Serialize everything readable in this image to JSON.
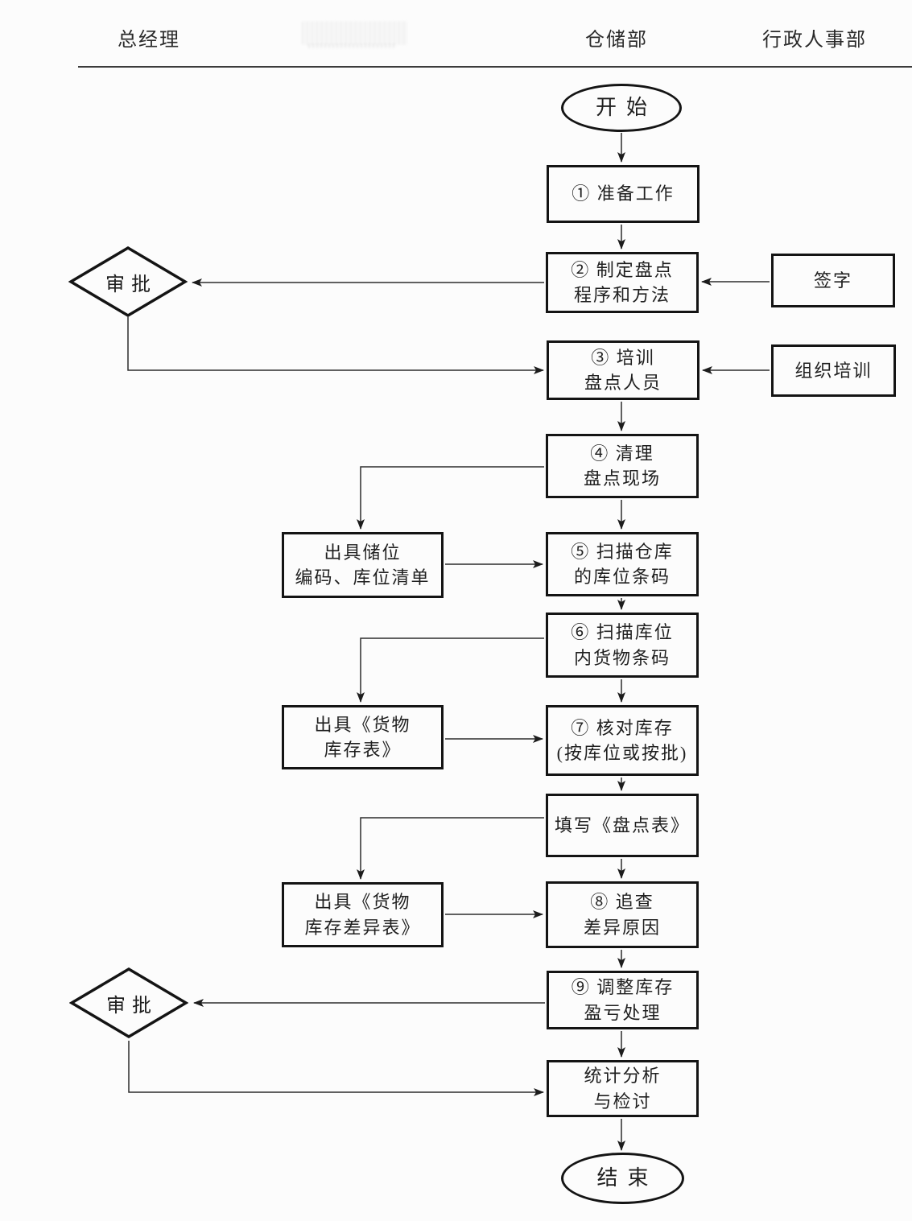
{
  "header": {
    "columns": [
      "总经理",
      "仓储部",
      "行政人事部"
    ]
  },
  "nodes": {
    "start": {
      "label": "开始"
    },
    "step1": {
      "lines": [
        "① 准备工作"
      ]
    },
    "step2": {
      "lines": [
        "② 制定盘点",
        "程序和方法"
      ]
    },
    "sign": {
      "lines": [
        "签字"
      ]
    },
    "approve1": {
      "label": "审批"
    },
    "step3": {
      "lines": [
        "③ 培训",
        "盘点人员"
      ]
    },
    "training": {
      "lines": [
        "组织培训"
      ]
    },
    "step4": {
      "lines": [
        "④ 清理",
        "盘点现场"
      ]
    },
    "storage_list": {
      "lines": [
        "出具储位",
        "编码、库位清单"
      ]
    },
    "step5": {
      "lines": [
        "⑤ 扫描仓库",
        "的库位条码"
      ]
    },
    "step6": {
      "lines": [
        "⑥ 扫描库位",
        "内货物条码"
      ]
    },
    "inventory_sheet": {
      "lines": [
        "出具《货物",
        "库存表》"
      ]
    },
    "step7": {
      "lines": [
        "⑦ 核对库存",
        "(按库位或按批)"
      ]
    },
    "fill_sheet": {
      "lines": [
        "填写《盘点表》"
      ]
    },
    "diff_sheet": {
      "lines": [
        "出具《货物",
        "库存差异表》"
      ]
    },
    "step8": {
      "lines": [
        "⑧ 追查",
        "差异原因"
      ]
    },
    "step9": {
      "lines": [
        "⑨ 调整库存",
        "盈亏处理"
      ]
    },
    "approve2": {
      "label": "审批"
    },
    "stat": {
      "lines": [
        "统计分析",
        "与检讨"
      ]
    },
    "end": {
      "label": "结束"
    }
  },
  "edges": [
    {
      "from": "开始",
      "to": "① 准备工作"
    },
    {
      "from": "① 准备工作",
      "to": "② 制定盘点程序和方法"
    },
    {
      "from": "② 制定盘点程序和方法",
      "to": "审批(总经理)"
    },
    {
      "from": "签字",
      "to": "② 制定盘点程序和方法"
    },
    {
      "from": "审批(总经理)",
      "to": "③ 培训盘点人员"
    },
    {
      "from": "组织培训",
      "to": "③ 培训盘点人员"
    },
    {
      "from": "③ 培训盘点人员",
      "to": "④ 清理盘点现场"
    },
    {
      "from": "④ 清理盘点现场",
      "to": "出具储位编码、库位清单"
    },
    {
      "from": "④ 清理盘点现场",
      "to": "⑤ 扫描仓库的库位条码"
    },
    {
      "from": "出具储位编码、库位清单",
      "to": "⑤ 扫描仓库的库位条码"
    },
    {
      "from": "⑤ 扫描仓库的库位条码",
      "to": "⑥ 扫描库位内货物条码"
    },
    {
      "from": "⑥ 扫描库位内货物条码",
      "to": "出具《货物库存表》"
    },
    {
      "from": "⑥ 扫描库位内货物条码",
      "to": "⑦ 核对库存(按库位或按批)"
    },
    {
      "from": "出具《货物库存表》",
      "to": "⑦ 核对库存(按库位或按批)"
    },
    {
      "from": "⑦ 核对库存(按库位或按批)",
      "to": "填写《盘点表》"
    },
    {
      "from": "填写《盘点表》",
      "to": "出具《货物库存差异表》"
    },
    {
      "from": "填写《盘点表》",
      "to": "⑧ 追查差异原因"
    },
    {
      "from": "出具《货物库存差异表》",
      "to": "⑧ 追查差异原因"
    },
    {
      "from": "⑧ 追查差异原因",
      "to": "⑨ 调整库存盈亏处理"
    },
    {
      "from": "⑨ 调整库存盈亏处理",
      "to": "审批(总经理)"
    },
    {
      "from": "⑨ 调整库存盈亏处理",
      "to": "统计分析与检讨"
    },
    {
      "from": "审批(总经理)",
      "to": "统计分析与检讨"
    },
    {
      "from": "统计分析与检讨",
      "to": "结束"
    }
  ]
}
